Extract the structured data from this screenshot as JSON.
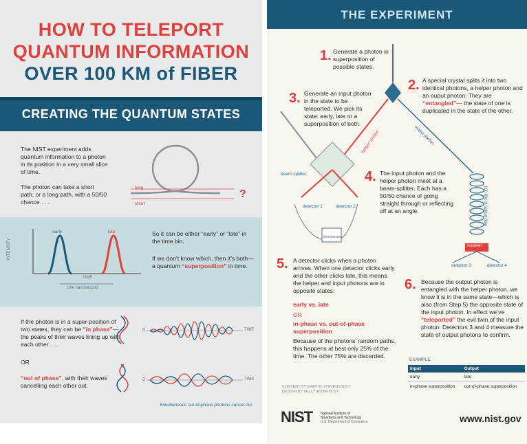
{
  "left": {
    "title_line1": "HOW TO TELEPORT",
    "title_line2": "QUANTUM INFORMATION",
    "title_line3": "OVER 100 KM of FIBER",
    "band": "CREATING THE QUANTUM STATES",
    "p1": "The NIST experiment adds quantum information to a photon in its position in a very small slice of time.",
    "p2": "The photon can take a short path, or a long path, with a 50/50 chance . . .",
    "label_long": "long",
    "label_short": "short",
    "qmark": "?",
    "early": "early",
    "late": "late",
    "intensity": "INTENSITY",
    "time": "TIME",
    "one_nanosecond": "one nanosecond",
    "p3": "So it can be either “early” or “late” in the time bin.",
    "p4a": "If we don’t know which, then it’s both—a quantum",
    "p4b": "“superposition”",
    "p4c": "in time.",
    "p5a": "If the photon is in a super-position of two states, they can be",
    "p5b": "“in phase”",
    "p5c": "— the peaks of their waves lining up with each other . . .",
    "or": "OR",
    "p6a": "“out of phase”",
    "p6b": ", with their waves cancelling each other out.",
    "zero1": "0",
    "zero2": "0",
    "time2": "TIME",
    "time3": "TIME",
    "caption": "Simultaneous out-of-phase photons cancel out."
  },
  "right": {
    "title": "THE EXPERIMENT",
    "n1": "1.",
    "s1": "Generate a photon in superposition of possible states.",
    "n2": "2.",
    "s2a": "A special crystal splits it into two identical photons, a helper photon and an ouput photon. They are",
    "s2b": "“entangled”",
    "s2c": "— the state of one is duplicated in the state of the other.",
    "n3": "3.",
    "s3": "Generate an input photon in the state to be teleported. We pick its state: early, late or a superposition of both.",
    "n4": "4.",
    "s4": "The input photon and the helper photon meet at a beam-splitter. Each has a 50/50 chance of going straight through or reflecting off at an angle.",
    "n5": "5.",
    "s5": "A detector clicks when a photon arrives. When one detector clicks early and the other clicks late, this means the helper and input photons are in opposite states:",
    "s5b": "early vs. late",
    "s5or": "OR",
    "s5c": "in-phase vs. out-of-phase superposition",
    "s5d": "Because of the photons’ random paths, this happens at best only 25% of the time. The other 75% are discarded.",
    "n6": "6.",
    "s6a": "Because the output photon is entangled with the helper photon, we know it is in the same state—which is also (from Step 5) the opposite state of the input photon. In effect we’ve",
    "s6b": "“teleported”",
    "s6c": "the evil twin of the input photon. Detectors 3 and 4 measure the state of output photons to confirm.",
    "helper_photon": "“helper” photon",
    "output_photon": "output photon",
    "beam_splitter": "beam splitter",
    "detector1": "detector 1",
    "detector2": "detector 2",
    "detector3": "detector 3",
    "detector4": "detector 4",
    "fiber": "100 KM of optical fiber",
    "receiver": "receiver",
    "timestamper": "timestamper",
    "example": "EXAMPLE",
    "table_headers": [
      "Input",
      "Output"
    ],
    "table_rows": [
      [
        "early",
        "late"
      ],
      [
        "in-phase superposition",
        "out-of-phase superposition"
      ]
    ],
    "credit1": "CONTENT BY MARTIN STEVENS/NIST",
    "credit2": "DESIGN BY KELLY IRVINE/NIST",
    "nist": "NIST",
    "nist_line1": "National Institute of",
    "nist_line2": "Standards and Technology",
    "nist_line3": "U.S. Department of Commerce",
    "url": "www.nist.gov"
  }
}
